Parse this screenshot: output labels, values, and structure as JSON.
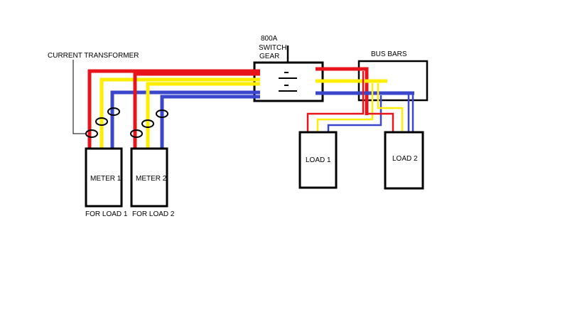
{
  "colors": {
    "phase_red": "#e8141c",
    "phase_yellow": "#ffee00",
    "phase_blue": "#3a46cc",
    "outline": "#000000",
    "background": "#ffffff"
  },
  "labels": {
    "current_transformer": "CURRENT TRANSFORMER",
    "switch_gear_line1": "800A",
    "switch_gear_line2": "SWITCH",
    "switch_gear_line3": "GEAR",
    "bus_bars": "BUS BARS",
    "meter1": "METER 1",
    "meter2": "METER 2",
    "meter1_caption": "FOR LOAD 1",
    "meter2_caption": "FOR LOAD 2",
    "load1": "LOAD 1",
    "load2": "LOAD 2"
  }
}
